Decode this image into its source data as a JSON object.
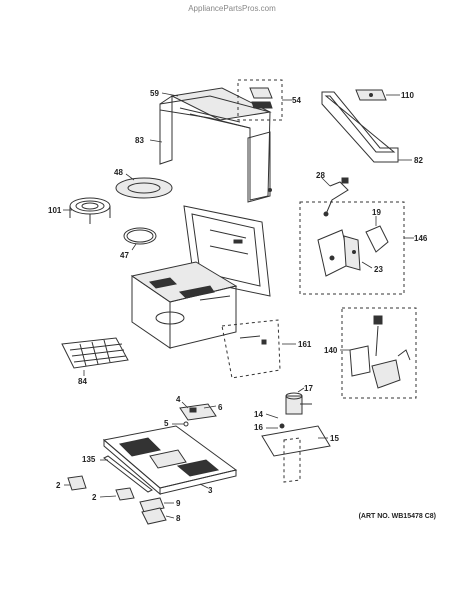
{
  "watermark": "AppliancePartsPros.com",
  "art_number": "(ART NO. WB15478 C8)",
  "callouts": {
    "c59": "59",
    "c54": "54",
    "c110": "110",
    "c83": "83",
    "c82": "82",
    "c48": "48",
    "c28": "28",
    "c101": "101",
    "c19": "19",
    "c146": "146",
    "c47": "47",
    "c23": "23",
    "c161": "161",
    "c140": "140",
    "c84": "84",
    "c17": "17",
    "c4": "4",
    "c6": "6",
    "c14": "14",
    "c5": "5",
    "c16": "16",
    "c15": "15",
    "c135": "135",
    "c3": "3",
    "c2a": "2",
    "c2b": "2",
    "c9": "9",
    "c8": "8"
  }
}
